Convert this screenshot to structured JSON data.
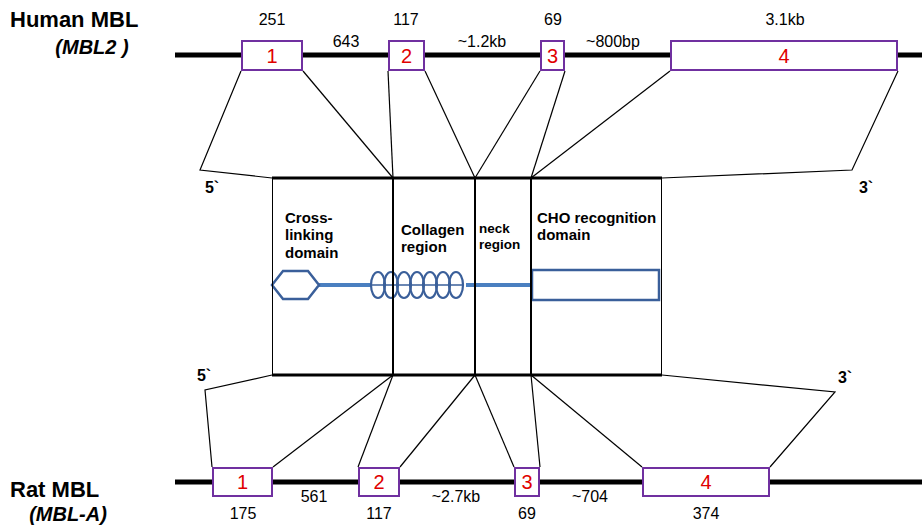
{
  "diagram": {
    "nodes": [
      {
        "text": [
          "1"
        ]
      },
      {
        "text": [
          "2"
        ]
      },
      {
        "text": [
          "3"
        ]
      },
      {
        "text": [
          "4"
        ]
      },
      {
        "text": [
          "Cross-linking domain"
        ]
      },
      {
        "text": [
          "Collagen region"
        ]
      },
      {
        "text": [
          "neck region"
        ]
      },
      {
        "text": [
          "CHO recognition domain"
        ]
      },
      {
        "text": [
          "1"
        ]
      },
      {
        "text": [
          "2"
        ]
      },
      {
        "text": [
          "3"
        ]
      },
      {
        "text": [
          "4"
        ]
      }
    ],
    "labels": [
      "Human MBL",
      "(MBL2 )",
      "251",
      "643",
      "117",
      "~1.2kb",
      "69",
      "~800bp",
      "3.1kb",
      "5`",
      "3`",
      "5`",
      "3`",
      "Rat MBL",
      "(MBL-A)",
      "175",
      "561",
      "117",
      "~2.7kb",
      "69",
      "~704",
      "374"
    ]
  }
}
